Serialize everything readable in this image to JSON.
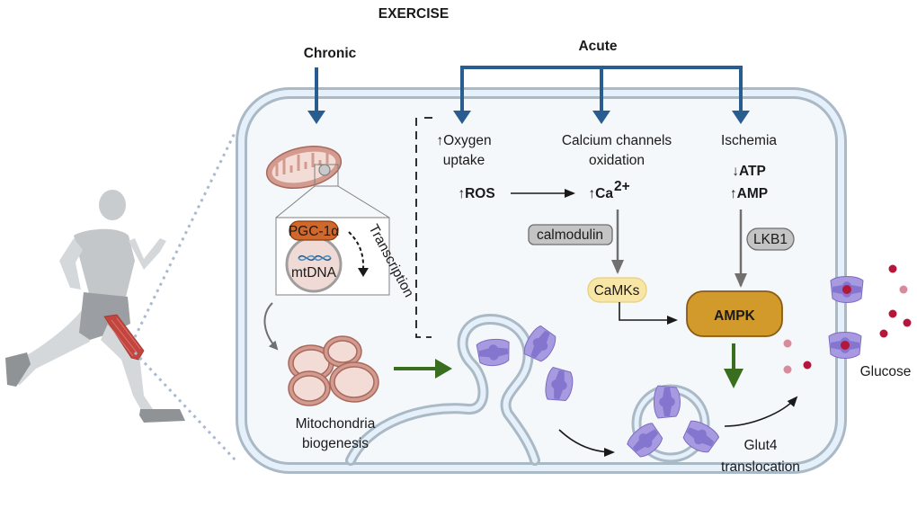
{
  "title": "EXERCISE",
  "branches": {
    "chronic": "Chronic",
    "acute": "Acute"
  },
  "acute_inputs": {
    "oxygen_line1": "↑Oxygen",
    "oxygen_line2": "uptake",
    "calcium_line1": "Calcium channels",
    "calcium_line2": "oxidation",
    "ischemia": "Ischemia"
  },
  "signals": {
    "ros": "↑ROS",
    "ca_base": "↑Ca",
    "ca_superscript": "2+",
    "atp": "↓ATP",
    "amp": "↑AMP"
  },
  "mediators": {
    "calmodulin": "calmodulin",
    "lkb1": "LKB1",
    "camks": "CaMKs",
    "ampk": "AMPK"
  },
  "mito_inset": {
    "pgc": "PGC-1α",
    "mtdna": "mtDNA",
    "transcription": "Transcription"
  },
  "outcomes": {
    "mito_line1": "Mitochondria",
    "mito_line2": "biogenesis",
    "glut4_line1": "Glut4",
    "glut4_line2": "translocation",
    "glucose": "Glucose"
  },
  "colors": {
    "pathway_blue": "#2a5d8f",
    "activation_green": "#3a6e1f",
    "ampk_fill": "#d19a2a",
    "camk_fill": "#f8e6a6",
    "membrane": "#a9b9c6",
    "membrane_inner": "#e5f0fa",
    "glut4": "#a89ae0",
    "glucose_dark": "#b5173a",
    "glucose_light": "#d98b9e",
    "mito": "#d39a8f",
    "muscle": "#c2463f"
  }
}
